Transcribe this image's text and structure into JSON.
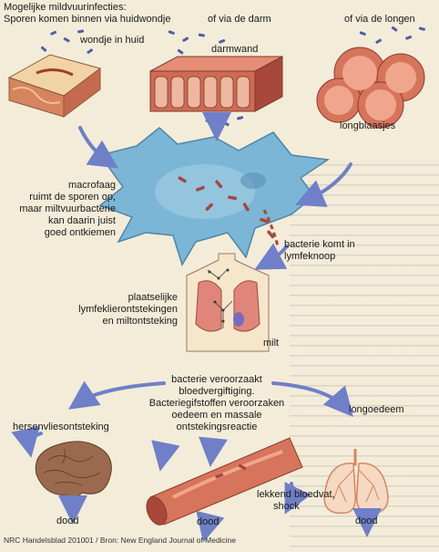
{
  "header": {
    "line1": "Mogelijke mildvuurinfecties:",
    "line2": "Sporen komen binnen via huidwondje"
  },
  "routes": {
    "intestine": "of via de darm",
    "lungs": "of via de longen"
  },
  "labels": {
    "skin_wound": "wondje in huid",
    "intestinal_wall": "darmwand",
    "alveoli": "longblaasjes",
    "macrophage": [
      "macrofaag",
      "ruimt de sporen op,",
      "maar miltvuurbacterie",
      "kan daarin juist",
      "goed ontkiemen"
    ],
    "lymph_node": [
      "bacterie komt in",
      "lymfeknoop"
    ],
    "inflammation": [
      "plaatselijke",
      "lymfeklierontstekingen",
      "en miltontsteking"
    ],
    "spleen": "milt",
    "sepsis": [
      "bacterie veroorzaakt",
      "bloedvergiftiging.",
      "Bacteriegifstoffen veroorzaken",
      "oedeem en massale",
      "ontstekingsreactie"
    ],
    "meningitis": "hersenvliesontsteking",
    "lung_edema": "longoedeem",
    "vessel": [
      "lekkend bloedvat,",
      "shock"
    ],
    "death": "dood"
  },
  "footer": {
    "source": "NRC Handelsblad 201001 / Bron: New England Journal of Medicine"
  },
  "colors": {
    "background": "#f3ecd9",
    "arrow": "#6f7fc8",
    "macrophage": "#7cb6d6",
    "bacteria": "#a8473c",
    "spores": "#4f5fa8",
    "tissue": "#cf6a55",
    "skin": "#e8c89c",
    "brain": "#9b6a4e",
    "lung_outline": "#d68560"
  }
}
